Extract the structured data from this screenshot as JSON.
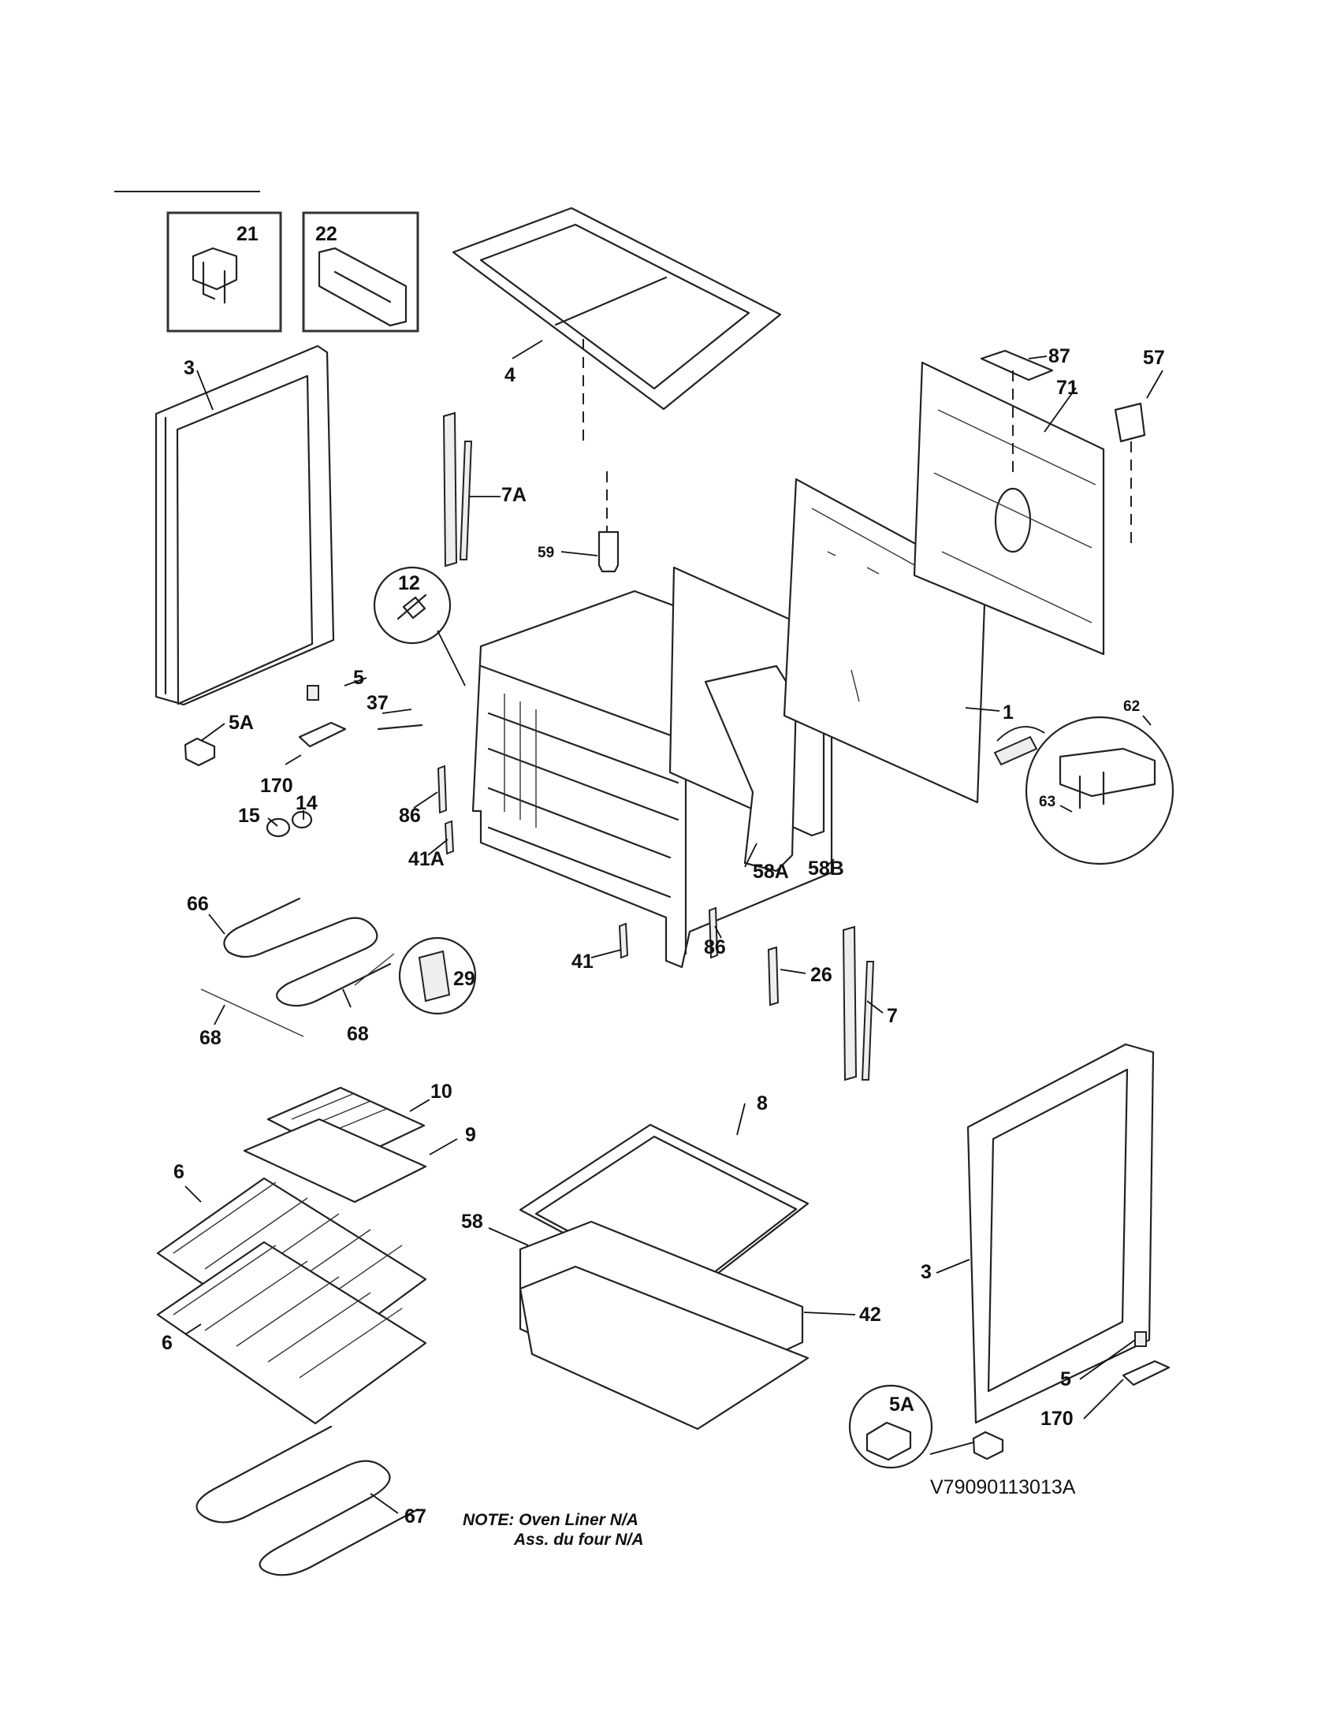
{
  "callouts": {
    "c21": "21",
    "c22": "22",
    "c3a": "3",
    "c4": "4",
    "c87": "87",
    "c57": "57",
    "c71": "71",
    "c7A": "7A",
    "c59": "59",
    "c12": "12",
    "c5a": "5",
    "c5Aa": "5A",
    "c37": "37",
    "c170a": "170",
    "c14": "14",
    "c15": "15",
    "c86a": "86",
    "c41A": "41A",
    "c1": "1",
    "c62": "62",
    "c63": "63",
    "c58A": "58A",
    "c58B": "58B",
    "c66": "66",
    "c29": "29",
    "c41": "41",
    "c86b": "86",
    "c26": "26",
    "c7": "7",
    "c68a": "68",
    "c68b": "68",
    "c10": "10",
    "c9": "9",
    "c8": "8",
    "c6a": "6",
    "c6b": "6",
    "c58": "58",
    "c42": "42",
    "c3b": "3",
    "c5Ab": "5A",
    "c5b": "5",
    "c170b": "170",
    "c67": "67"
  },
  "note": {
    "line1": "NOTE: Oven Liner N/A",
    "line2": "Ass. du four N/A"
  },
  "drawing_number": "V79090113013A"
}
